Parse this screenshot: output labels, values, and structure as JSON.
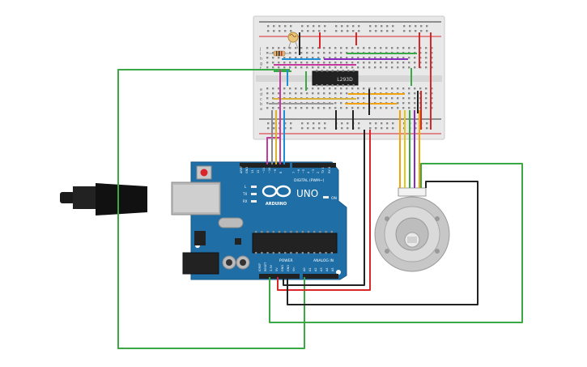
{
  "arduino": {
    "logo_text": "ARDUINO",
    "model": "UNO",
    "digital_label": "DIGITAL (PWM~)",
    "power_label": "POWER",
    "analog_label": "ANALOG IN",
    "on_label": "ON",
    "led_labels": [
      "L",
      "TX",
      "RX"
    ],
    "left_header_labels": [
      "AREF",
      "GND",
      "13",
      "12",
      "~11",
      "~10",
      "~9",
      "8"
    ],
    "right_header_labels": [
      "7",
      "~6",
      "~5",
      "4",
      "~3",
      "2",
      "TX 1",
      "RX 0"
    ],
    "power_pin_labels": [
      "IOREF",
      "RESET",
      "3.3V",
      "5V",
      "GND",
      "GND",
      "Vin"
    ],
    "analog_pin_labels": [
      "A0",
      "A1",
      "A2",
      "A3",
      "A4",
      "A5"
    ]
  },
  "breadboard": {
    "chip_label": "L293D",
    "row_letters_top": [
      "j",
      "i",
      "h",
      "g",
      "f"
    ],
    "row_letters_bottom": [
      "e",
      "d",
      "c",
      "b",
      "a"
    ]
  },
  "colors": {
    "wire_green": "#3aa845",
    "wire_red": "#d9262b",
    "wire_black": "#222222",
    "wire_blue": "#1e8fd6",
    "wire_purple": "#8a2bbf",
    "wire_orange": "#f2a20d",
    "wire_yellow": "#e6c619",
    "wire_magenta": "#c63a9e",
    "board_blue": "#1f6ea6",
    "breadboard": "#e6e6e6"
  }
}
